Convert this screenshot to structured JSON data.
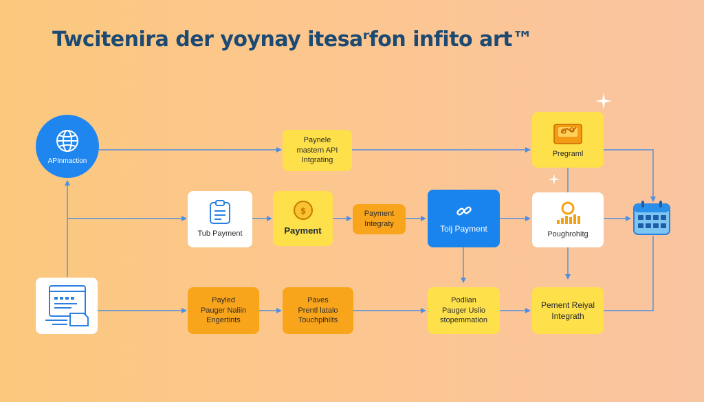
{
  "title": "Twcitenira der yoynay itesaʳfon infito art™",
  "colors": {
    "background": "#fcc68a",
    "title": "#1d4a72",
    "blue": "#1a84ee",
    "yellow": "#fde04a",
    "orange": "#f9a51c",
    "white": "#ffffff",
    "line": "#4d8fe0"
  },
  "nodes": {
    "api_circle": {
      "label": "APInmaction",
      "icon": "globe-icon"
    },
    "payment_api": {
      "label": "Paynele\nmastern API\nIntgrating"
    },
    "program": {
      "label": "Pregraml",
      "icon": "briefcase-icon"
    },
    "tub_payment": {
      "label": "Tub Payment",
      "icon": "clipboard-icon"
    },
    "payment_coin": {
      "label": "Payment",
      "icon": "coin-icon"
    },
    "payment_integraty": {
      "label": "Payment\nIntegraty"
    },
    "tolj_payment": {
      "label": "Tolj Payment",
      "icon": "link-icon"
    },
    "poughrohitg": {
      "label": "Poughrohitg",
      "icon": "bar-chart-icon"
    },
    "calendar": {
      "icon": "calendar-icon"
    },
    "document_terminal": {
      "icon": "document-icon"
    },
    "payed_pauger": {
      "label": "Payled\nPauger Naliin\nEngertints"
    },
    "paves_prenthal": {
      "label": "Paves\nPrentl latalo\nTouchpihilts"
    },
    "podian_pauger": {
      "label": "Podlian\nPauger Uslio\nstopemmation"
    },
    "pement_reiyal": {
      "label": "Pement Reiyal\nIntegrath"
    }
  }
}
